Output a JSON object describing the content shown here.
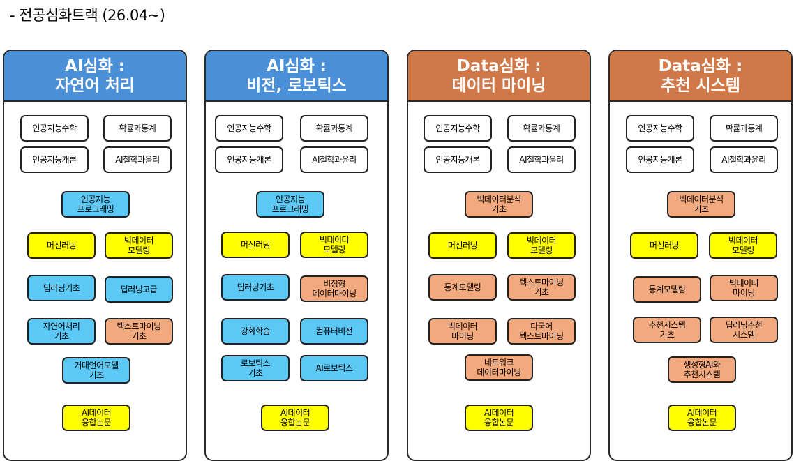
{
  "page_title": "- 전공심화트랙 (26.04~)",
  "colors": {
    "ai_header": "#4a90d9",
    "data_header": "#d07848",
    "core": "#ffffff",
    "blue": "#5bc8f5",
    "yellow": "#ffff00",
    "orange": "#f3a97e"
  },
  "tracks": [
    {
      "title_line1": "AI심화 :",
      "title_line2": "자연어 처리",
      "theme": "ai",
      "courses": [
        {
          "label": "인공지능수학",
          "color": "core"
        },
        {
          "label": "확률과통계",
          "color": "core"
        },
        {
          "label": "인공지능개론",
          "color": "core"
        },
        {
          "label": "AI철학과윤리",
          "color": "core"
        },
        {
          "label": "인공지능\n프로그래밍",
          "color": "blue"
        },
        {
          "label": "머신러닝",
          "color": "yellow"
        },
        {
          "label": "빅데이터\n모델링",
          "color": "yellow"
        },
        {
          "label": "딥러닝기초",
          "color": "blue"
        },
        {
          "label": "딥러닝고급",
          "color": "blue"
        },
        {
          "label": "자연어처리\n기초",
          "color": "blue"
        },
        {
          "label": "텍스트마이닝\n기초",
          "color": "orange"
        },
        {
          "label": "거대언어모델\n기초",
          "color": "blue"
        },
        {
          "label": "AI데이터\n융합논문",
          "color": "yellow"
        }
      ]
    },
    {
      "title_line1": "AI심화 :",
      "title_line2": "비전, 로보틱스",
      "theme": "ai",
      "courses": [
        {
          "label": "인공지능수학",
          "color": "core"
        },
        {
          "label": "확률과통계",
          "color": "core"
        },
        {
          "label": "인공지능개론",
          "color": "core"
        },
        {
          "label": "AI철학과윤리",
          "color": "core"
        },
        {
          "label": "인공지능\n프로그래밍",
          "color": "blue"
        },
        {
          "label": "머신러닝",
          "color": "yellow"
        },
        {
          "label": "빅데이터\n모델링",
          "color": "yellow"
        },
        {
          "label": "딥러닝기초",
          "color": "blue"
        },
        {
          "label": "비정형\n데이터마이닝",
          "color": "orange"
        },
        {
          "label": "강화학습",
          "color": "blue"
        },
        {
          "label": "컴퓨터비전",
          "color": "blue"
        },
        {
          "label": "로보틱스\n기초",
          "color": "blue"
        },
        {
          "label": "AI로보틱스",
          "color": "blue"
        },
        {
          "label": "AI데이터\n융합논문",
          "color": "yellow"
        }
      ]
    },
    {
      "title_line1": "Data심화 :",
      "title_line2": "데이터 마이닝",
      "theme": "data",
      "courses": [
        {
          "label": "인공지능수학",
          "color": "core"
        },
        {
          "label": "확률과통계",
          "color": "core"
        },
        {
          "label": "인공지능개론",
          "color": "core"
        },
        {
          "label": "AI철학과윤리",
          "color": "core"
        },
        {
          "label": "빅데이터분석\n기초",
          "color": "orange"
        },
        {
          "label": "머신러닝",
          "color": "yellow"
        },
        {
          "label": "빅데이터\n모델링",
          "color": "yellow"
        },
        {
          "label": "통계모델링",
          "color": "orange"
        },
        {
          "label": "텍스트마이닝\n기초",
          "color": "orange"
        },
        {
          "label": "빅데이터\n마이닝",
          "color": "orange"
        },
        {
          "label": "다국어\n텍스트마이닝",
          "color": "orange"
        },
        {
          "label": "네트워크\n데이터마이닝",
          "color": "orange"
        },
        {
          "label": "AI데이터\n융합논문",
          "color": "yellow"
        }
      ]
    },
    {
      "title_line1": "Data심화 :",
      "title_line2": "추천 시스템",
      "theme": "data",
      "courses": [
        {
          "label": "인공지능수학",
          "color": "core"
        },
        {
          "label": "확률과통계",
          "color": "core"
        },
        {
          "label": "인공지능개론",
          "color": "core"
        },
        {
          "label": "AI철학과윤리",
          "color": "core"
        },
        {
          "label": "빅데이터분석\n기초",
          "color": "orange"
        },
        {
          "label": "머신러닝",
          "color": "yellow"
        },
        {
          "label": "빅데이터\n모델링",
          "color": "yellow"
        },
        {
          "label": "통계모델링",
          "color": "orange"
        },
        {
          "label": "빅데이터\n마이닝",
          "color": "orange"
        },
        {
          "label": "추천시스템\n기초",
          "color": "orange"
        },
        {
          "label": "딥러닝추천\n시스템",
          "color": "orange"
        },
        {
          "label": "생성형AI와\n추천시스템",
          "color": "orange"
        },
        {
          "label": "AI데이터\n융합논문",
          "color": "yellow"
        }
      ]
    }
  ]
}
